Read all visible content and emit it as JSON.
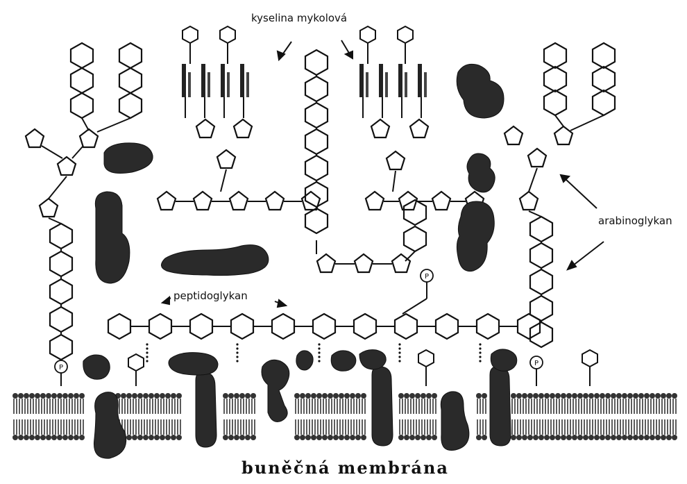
{
  "labels": {
    "mycolic_acid": "kyselina mykolová",
    "arabinogalactan": "arabinoglykan",
    "peptidoglycan": "peptidoglykan",
    "cell_membrane": "buněčná membrána"
  },
  "colors": {
    "ink": "#111111",
    "protein": "#2a2a2a",
    "background": "#ffffff"
  }
}
